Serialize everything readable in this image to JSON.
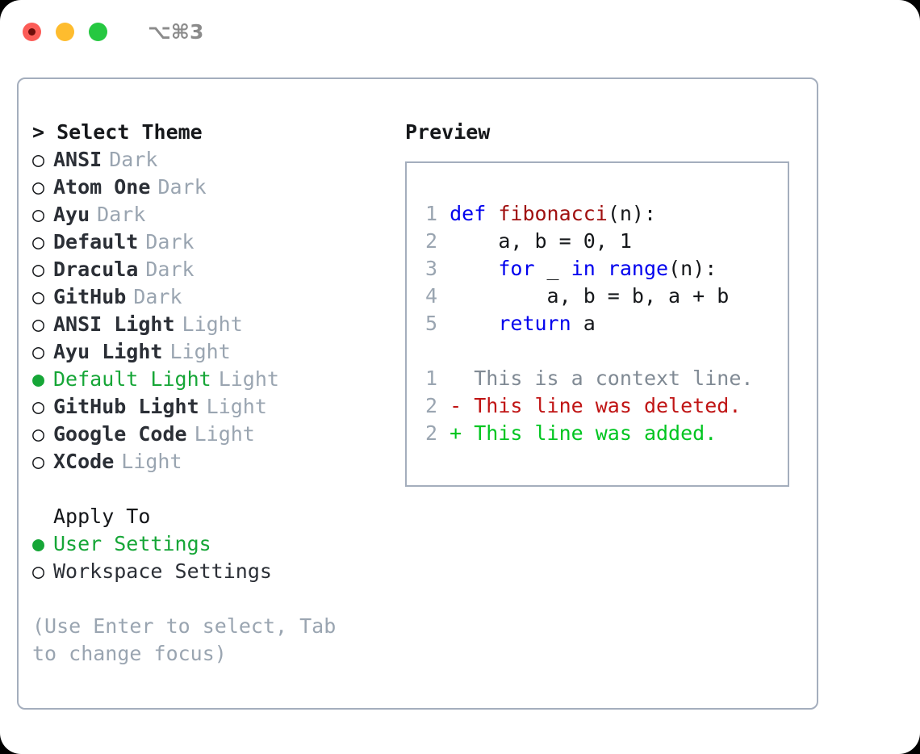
{
  "window": {
    "shortcut": "⌥⌘3",
    "buttons": [
      {
        "name": "close",
        "color": "#fc5c57"
      },
      {
        "name": "minimize",
        "color": "#febc2e"
      },
      {
        "name": "maximize",
        "color": "#26c841"
      }
    ]
  },
  "accent_colors": {
    "selected_green": "#16a637",
    "muted_gray": "#9aa5b1",
    "border": "#a4aebd",
    "keyword_blue": "#0000ee",
    "function_red": "#a01010",
    "diff_delete": "#c01515",
    "diff_add": "#00c520"
  },
  "theme_picker": {
    "header": "> Select Theme",
    "items": [
      {
        "bullet": "○",
        "name": "ANSI",
        "kind": "Dark",
        "selected": false
      },
      {
        "bullet": "○",
        "name": "Atom One",
        "kind": "Dark",
        "selected": false
      },
      {
        "bullet": "○",
        "name": "Ayu",
        "kind": "Dark",
        "selected": false
      },
      {
        "bullet": "○",
        "name": "Default",
        "kind": "Dark",
        "selected": false
      },
      {
        "bullet": "○",
        "name": "Dracula",
        "kind": "Dark",
        "selected": false
      },
      {
        "bullet": "○",
        "name": "GitHub",
        "kind": "Dark",
        "selected": false
      },
      {
        "bullet": "○",
        "name": "ANSI Light",
        "kind": "Light",
        "selected": false
      },
      {
        "bullet": "○",
        "name": "Ayu Light",
        "kind": "Light",
        "selected": false
      },
      {
        "bullet": "●",
        "name": "Default Light",
        "kind": "Light",
        "selected": true
      },
      {
        "bullet": "○",
        "name": "GitHub Light",
        "kind": "Light",
        "selected": false
      },
      {
        "bullet": "○",
        "name": "Google Code",
        "kind": "Light",
        "selected": false
      },
      {
        "bullet": "○",
        "name": "XCode",
        "kind": "Light",
        "selected": false
      }
    ]
  },
  "apply_to": {
    "header": "Apply To",
    "options": [
      {
        "bullet": "●",
        "label": "User Settings",
        "selected": true
      },
      {
        "bullet": "○",
        "label": "Workspace Settings",
        "selected": false
      }
    ]
  },
  "hint": "(Use Enter to select, Tab to change focus)",
  "preview": {
    "title": "Preview",
    "code_lines": [
      {
        "no": "1",
        "tokens": [
          {
            "t": "def ",
            "c": "kw"
          },
          {
            "t": "fibonacci",
            "c": "fn"
          },
          {
            "t": "(n):",
            "c": "plain"
          }
        ]
      },
      {
        "no": "2",
        "tokens": [
          {
            "t": "    a, b = 0, 1",
            "c": "plain"
          }
        ]
      },
      {
        "no": "3",
        "tokens": [
          {
            "t": "    ",
            "c": "plain"
          },
          {
            "t": "for",
            "c": "kw"
          },
          {
            "t": " _ ",
            "c": "plain"
          },
          {
            "t": "in",
            "c": "kw"
          },
          {
            "t": " ",
            "c": "plain"
          },
          {
            "t": "range",
            "c": "kw"
          },
          {
            "t": "(n):",
            "c": "plain"
          }
        ]
      },
      {
        "no": "4",
        "tokens": [
          {
            "t": "        a, b = b, a + b",
            "c": "plain"
          }
        ]
      },
      {
        "no": "5",
        "tokens": [
          {
            "t": "    ",
            "c": "plain"
          },
          {
            "t": "return",
            "c": "kw"
          },
          {
            "t": " a",
            "c": "plain"
          }
        ]
      }
    ],
    "diff_lines": [
      {
        "no": "1",
        "marker": " ",
        "text": " This is a context line.",
        "kind": "ctx"
      },
      {
        "no": "2",
        "marker": "-",
        "text": " This line was deleted.",
        "kind": "del"
      },
      {
        "no": "2",
        "marker": "+",
        "text": " This line was added.",
        "kind": "add"
      }
    ]
  }
}
